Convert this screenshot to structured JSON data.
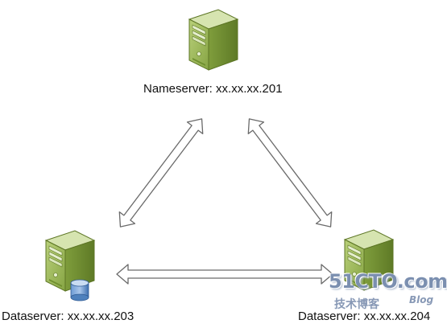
{
  "nodes": {
    "nameserver": {
      "label": "Nameserver: xx.xx.xx.201"
    },
    "dataserver_left": {
      "label": "Dataserver: xx.xx.xx.203"
    },
    "dataserver_right": {
      "label": "Dataserver: xx.xx.xx.204"
    }
  },
  "watermark": {
    "main": "51CTO.com",
    "sub": "技术博客",
    "blog": "Blog"
  },
  "colors": {
    "server_front": "#9bbb59",
    "server_side": "#6f8f2f",
    "server_top": "#c4d79b",
    "arrow_stroke": "#666666",
    "arrow_fill": "#ffffff",
    "database_icon": "#4f81bd"
  },
  "icons": [
    "server-icon",
    "database-icon",
    "double-arrow"
  ]
}
